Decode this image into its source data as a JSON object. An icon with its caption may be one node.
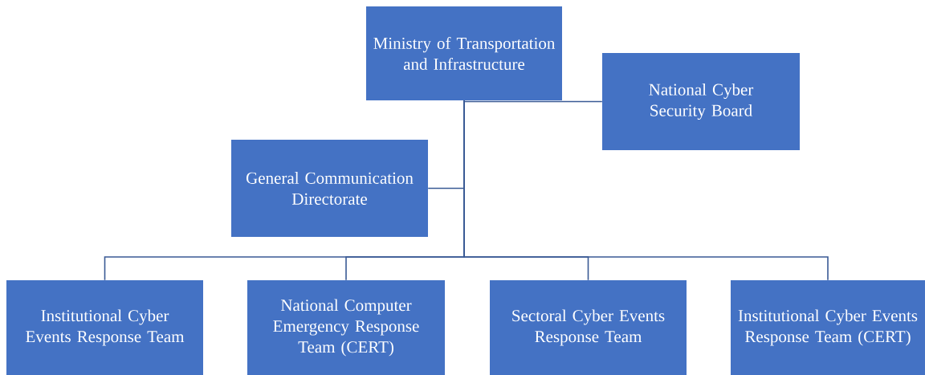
{
  "diagram": {
    "nodes": [
      {
        "text": [
          "Ministry of Transportation and Infrastructure"
        ]
      },
      {
        "text": [
          "National Cyber Security Board"
        ]
      },
      {
        "text": [
          "General Communication Directorate"
        ]
      },
      {
        "text": [
          "Institutional Cyber Events Response Team"
        ]
      },
      {
        "text": [
          "National Computer Emergency Response Team (CERT)"
        ]
      },
      {
        "text": [
          "Sectoral Cyber Events Response Team"
        ]
      },
      {
        "text": [
          "Institutional Cyber Events Response Team (CERT)"
        ]
      }
    ],
    "edges": [
      {
        "from": 0,
        "to": 1,
        "arrow": "none"
      },
      {
        "from": 0,
        "to": 2,
        "arrow": "none"
      },
      {
        "from": 0,
        "to": 3,
        "arrow": "none"
      },
      {
        "from": 0,
        "to": 4,
        "arrow": "none"
      },
      {
        "from": 0,
        "to": 5,
        "arrow": "none"
      },
      {
        "from": 0,
        "to": 6,
        "arrow": "none"
      }
    ]
  }
}
